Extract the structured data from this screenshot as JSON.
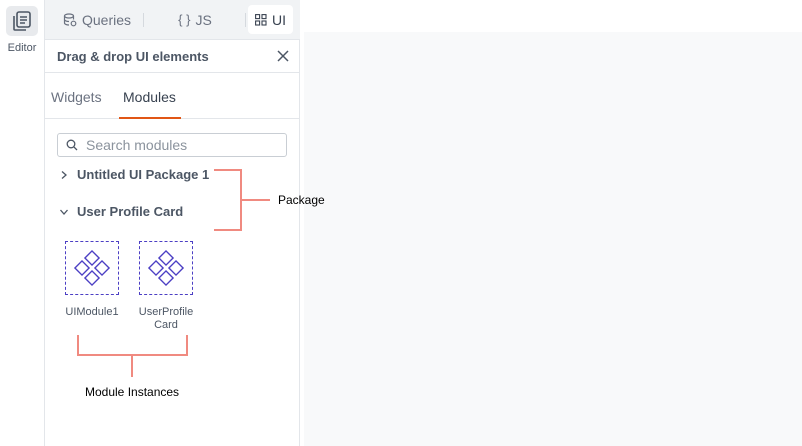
{
  "rail": {
    "editor_label": "Editor",
    "editor_icon": "editor-pages-icon"
  },
  "top_tabs": [
    {
      "label": "Queries",
      "icon": "database-icon"
    },
    {
      "label": "JS",
      "icon": "braces-icon"
    },
    {
      "label": "UI",
      "icon": "widgets-grid-icon",
      "active": true
    }
  ],
  "panel": {
    "title": "Drag & drop UI elements",
    "close_icon": "close-icon"
  },
  "sub_tabs": [
    {
      "label": "Widgets"
    },
    {
      "label": "Modules",
      "active": true
    }
  ],
  "search": {
    "value": "",
    "placeholder": "Search modules"
  },
  "packages": [
    {
      "label": "Untitled UI Package 1",
      "expanded": false
    },
    {
      "label": "User Profile Card",
      "expanded": true
    }
  ],
  "modules": [
    {
      "label": "UIModule1",
      "icon": "module-diamonds-icon"
    },
    {
      "label": "UserProfileCard",
      "icon": "module-diamonds-icon"
    }
  ],
  "annotations": {
    "package": "Package",
    "module_instances": "Module Instances"
  },
  "colors": {
    "accent": "#e15615",
    "module_icon": "#4c3fc4",
    "annotation_line": "#f08a80"
  }
}
